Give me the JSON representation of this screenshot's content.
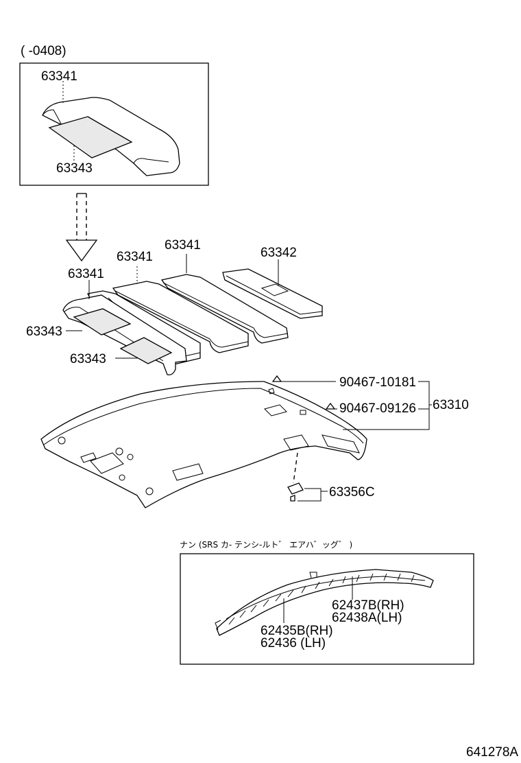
{
  "inset_top": {
    "date_range": "(   -0408)",
    "labels": [
      "63341",
      "63343"
    ]
  },
  "main_labels": {
    "p63341_a": "63341",
    "p63341_b": "63341",
    "p63341_c": "63341",
    "p63342": "63342",
    "p63343_a": "63343",
    "p63343_b": "63343",
    "p90467_10181": "90467-10181",
    "p90467_09126": "90467-09126",
    "p63310": "63310",
    "p63356C": "63356C"
  },
  "inset_bottom": {
    "caption": "ナン (SRS  カ- テンシ-ルト゛ エアハ゛ッグ゛ )",
    "labels": [
      "62437B(RH)",
      "62438A(LH)",
      "62435B(RH)",
      "62436 (LH)"
    ]
  },
  "figure_code": "641278A"
}
